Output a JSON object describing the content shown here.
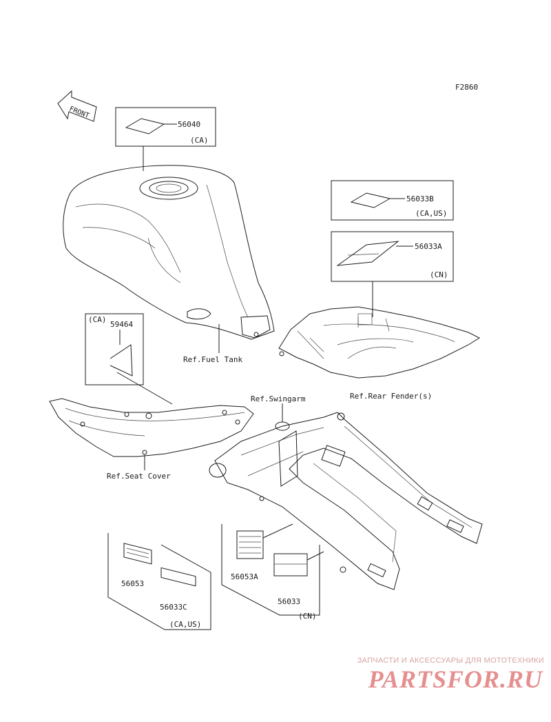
{
  "figure_code": "F2860",
  "front_arrow": "FRONT",
  "parts": {
    "p56040": "56040",
    "p56040_region": "(CA)",
    "p56033B": "56033B",
    "p56033B_region": "(CA,US)",
    "p56033A": "56033A",
    "p56033A_region": "(CN)",
    "p59464_region": "(CA)",
    "p59464": "59464",
    "p56053": "56053",
    "p56033C": "56033C",
    "left_group_region": "(CA,US)",
    "p56053A": "56053A",
    "p56033": "56033",
    "right_group_region": "(CN)"
  },
  "refs": {
    "fuel_tank": "Ref.Fuel Tank",
    "rear_fender": "Ref.Rear Fender(s)",
    "swingarm": "Ref.Swingarm",
    "seat_cover": "Ref.Seat Cover"
  },
  "watermark": {
    "tagline": "ЗАПЧАСТИ И АКСЕССУАРЫ ДЛЯ МОТОТЕХНИКИ",
    "brand": "PARTSFOR.RU"
  }
}
